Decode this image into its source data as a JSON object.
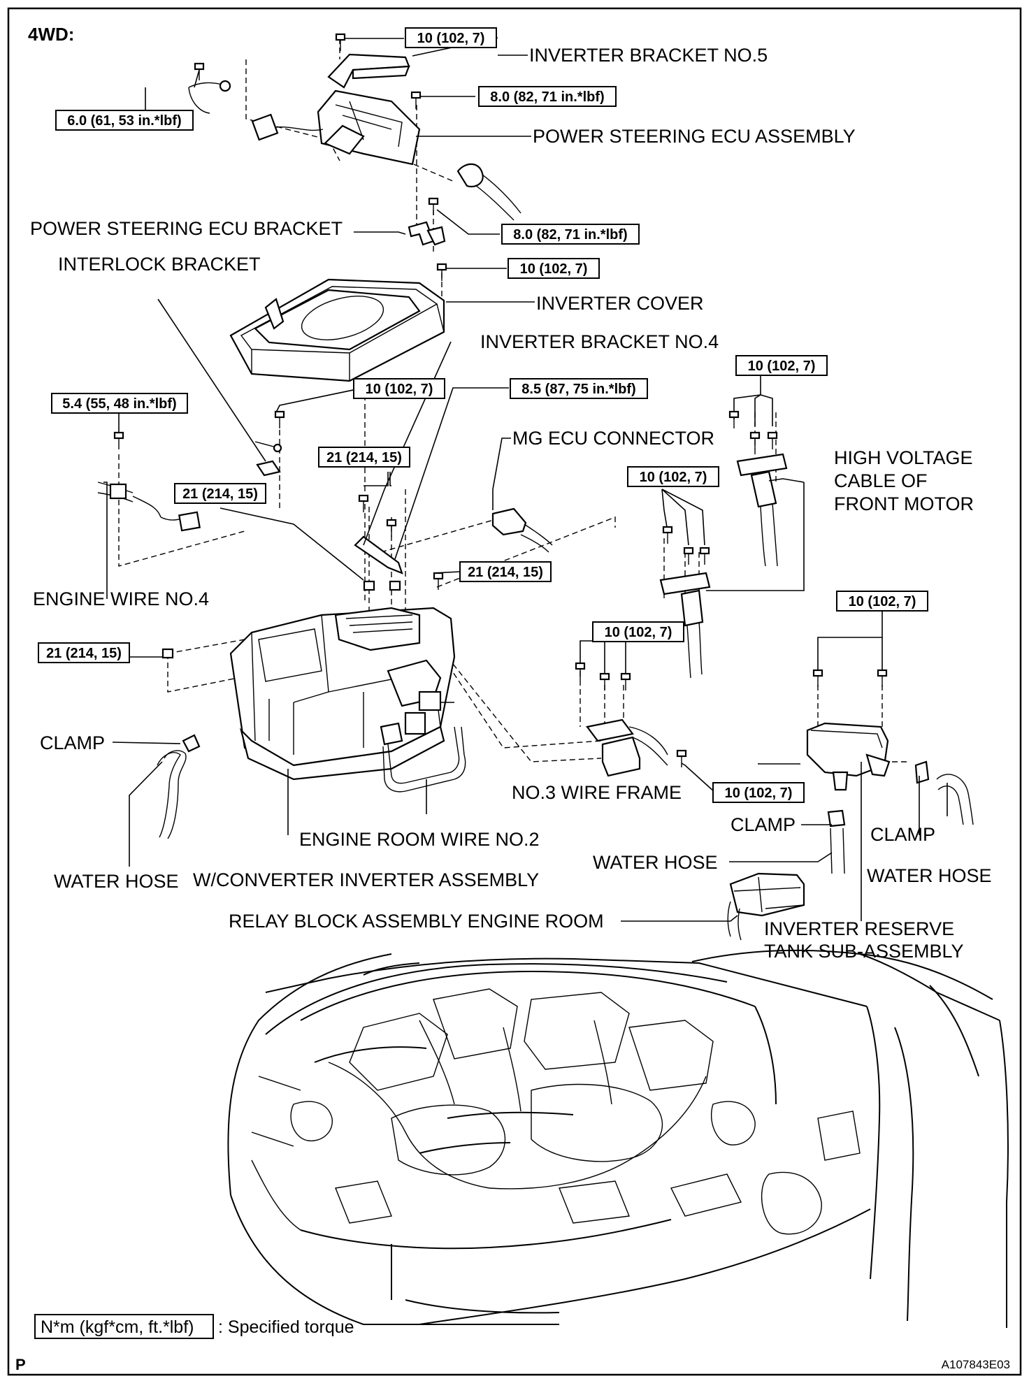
{
  "header": {
    "title": "4WD:"
  },
  "labels": {
    "inverter_bracket_no5": "INVERTER BRACKET NO.5",
    "ps_ecu_assembly": "POWER STEERING ECU ASSEMBLY",
    "ps_ecu_bracket": "POWER STEERING ECU BRACKET",
    "interlock_bracket": "INTERLOCK BRACKET",
    "inverter_cover": "INVERTER COVER",
    "inverter_bracket_no4": "INVERTER BRACKET NO.4",
    "mg_ecu_connector": "MG ECU CONNECTOR",
    "hv_cable_1": "HIGH VOLTAGE",
    "hv_cable_2": "CABLE OF",
    "hv_cable_3": "FRONT MOTOR",
    "engine_wire_no4": "ENGINE WIRE NO.4",
    "clamp_left": "CLAMP",
    "no3_wire_frame": "NO.3 WIRE FRAME",
    "clamp_mid": "CLAMP",
    "clamp_right": "CLAMP",
    "engine_room_wire_no2": "ENGINE ROOM WIRE NO.2",
    "water_hose_mid": "WATER HOSE",
    "water_hose_right": "WATER HOSE",
    "water_hose_left": "WATER HOSE",
    "inverter_assembly": "W/CONVERTER INVERTER ASSEMBLY",
    "relay_block": "RELAY BLOCK ASSEMBLY ENGINE ROOM",
    "reserve_tank_1": "INVERTER RESERVE",
    "reserve_tank_2": "TANK SUB-ASSEMBLY"
  },
  "torques": {
    "t_bracket5": "10 (102, 7)",
    "t_ground_top": "6.0 (61, 53 in.*lbf)",
    "t_ecu_assy": "8.0 (82, 71 in.*lbf)",
    "t_ecu_bracket": "8.0 (82, 71 in.*lbf)",
    "t_cover": "10 (102, 7)",
    "t_hv_top": "10 (102, 7)",
    "t_wire4": "5.4 (55, 48 in.*lbf)",
    "t_interlock": "10 (102, 7)",
    "t_bracket4": "8.5 (87, 75 in.*lbf)",
    "t_bolts_21a": "21 (214, 15)",
    "t_nuts_21": "21 (214, 15)",
    "t_hv_mid": "10 (102, 7)",
    "t_inv_right": "21 (214, 15)",
    "t_tank": "10 (102, 7)",
    "t_inv_left": "21 (214, 15)",
    "t_frame": "10 (102, 7)",
    "t_frame_bolt": "10 (102, 7)"
  },
  "legend": {
    "unit": "N*m (kgf*cm, ft.*lbf)",
    "text": ": Specified torque"
  },
  "footer": {
    "page_marker": "P",
    "figure_id": "A107843E03"
  }
}
